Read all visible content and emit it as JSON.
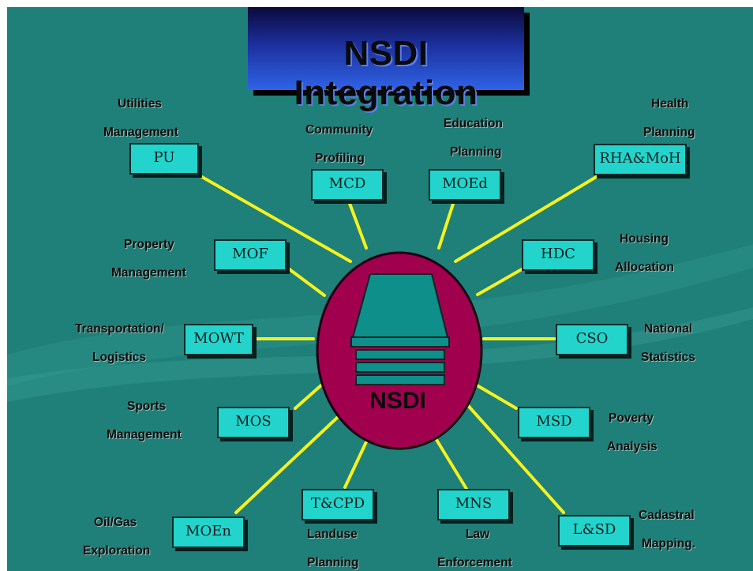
{
  "title": "NSDI Integration",
  "hub_label": "NSDI",
  "nodes": [
    {
      "code": "PU",
      "caption": [
        "Utilities",
        "Management"
      ]
    },
    {
      "code": "MCD",
      "caption": [
        "Community",
        "Profiling"
      ]
    },
    {
      "code": "MOEd",
      "caption": [
        "Education",
        "Planning"
      ]
    },
    {
      "code": "RHA&MoH",
      "caption": [
        "Health",
        "Planning"
      ]
    },
    {
      "code": "MOF",
      "caption": [
        "Property",
        "Management"
      ]
    },
    {
      "code": "HDC",
      "caption": [
        "Housing",
        "Allocation"
      ]
    },
    {
      "code": "MOWT",
      "caption": [
        "Transportation/",
        "Logistics"
      ]
    },
    {
      "code": "CSO",
      "caption": [
        "National",
        "Statistics"
      ]
    },
    {
      "code": "MOS",
      "caption": [
        "Sports",
        "Management"
      ]
    },
    {
      "code": "MSD",
      "caption": [
        "Poverty",
        "Analysis"
      ]
    },
    {
      "code": "MOEn",
      "caption": [
        "Oil/Gas",
        "Exploration"
      ]
    },
    {
      "code": "T&CPD",
      "caption": [
        "Landuse",
        "Planning"
      ]
    },
    {
      "code": "MNS",
      "caption": [
        "Law",
        "Enforcement"
      ]
    },
    {
      "code": "L&SD",
      "caption": [
        "Cadastral",
        "Mapping."
      ]
    }
  ],
  "colors": {
    "background": "#1f7f79",
    "node_fill": "#22d4cc",
    "hub_fill": "#a0004e",
    "connector": "#f5f21e",
    "layer_fill": "#0e8f8a"
  }
}
